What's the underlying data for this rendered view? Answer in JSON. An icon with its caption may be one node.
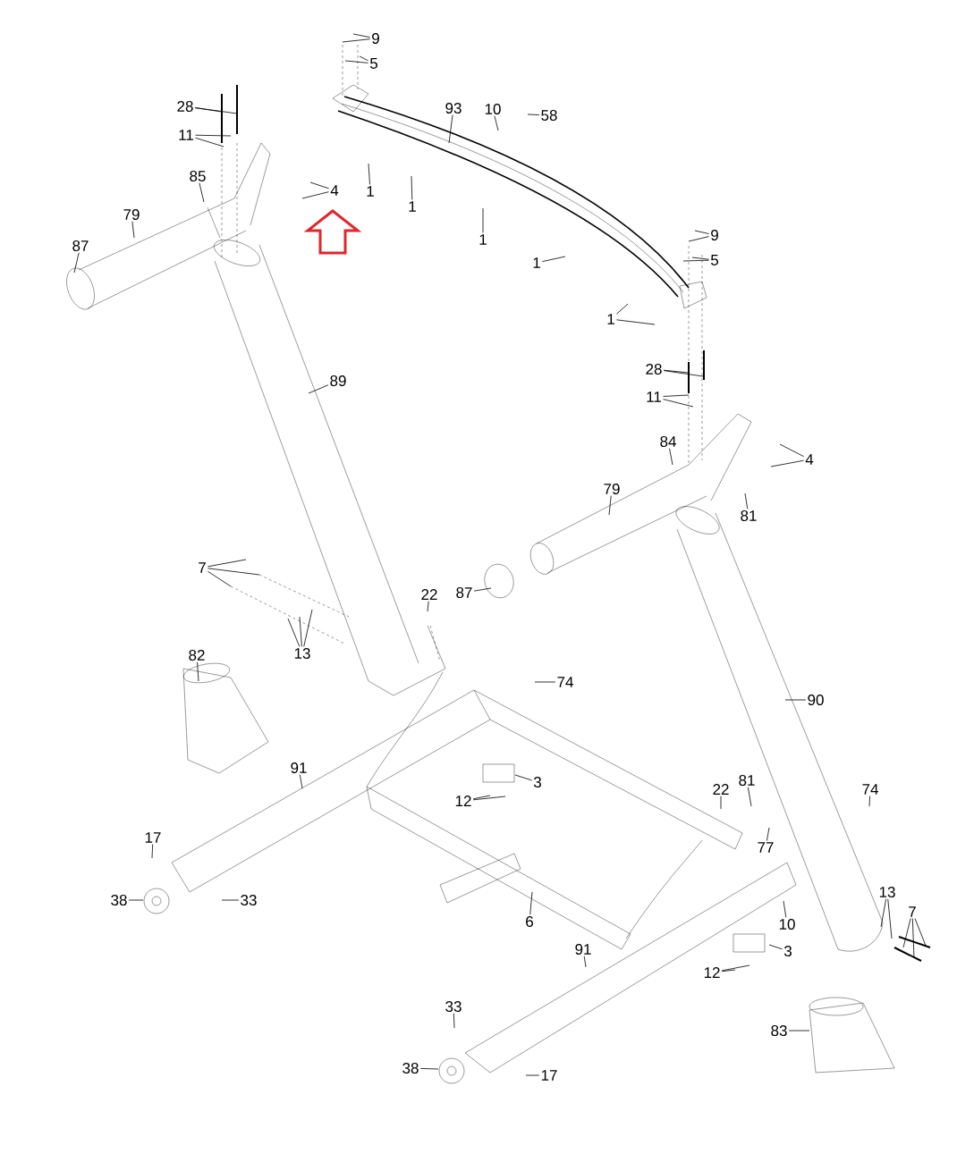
{
  "diagram": {
    "nodes": [
      {
        "text": [
          "9"
        ]
      },
      {
        "text": [
          "5"
        ]
      },
      {
        "text": [
          "93"
        ]
      },
      {
        "text": [
          "10"
        ]
      },
      {
        "text": [
          "58"
        ]
      },
      {
        "text": [
          "28"
        ]
      },
      {
        "text": [
          "11"
        ]
      },
      {
        "text": [
          "85"
        ]
      },
      {
        "text": [
          "79"
        ]
      },
      {
        "text": [
          "87"
        ]
      },
      {
        "text": [
          "4"
        ]
      },
      {
        "text": [
          "1"
        ]
      },
      {
        "text": [
          "1"
        ]
      },
      {
        "text": [
          "1"
        ]
      },
      {
        "text": [
          "1"
        ]
      },
      {
        "text": [
          "1"
        ]
      },
      {
        "text": [
          "9"
        ]
      },
      {
        "text": [
          "5"
        ]
      },
      {
        "text": [
          "89"
        ]
      },
      {
        "text": [
          "28"
        ]
      },
      {
        "text": [
          "11"
        ]
      },
      {
        "text": [
          "84"
        ]
      },
      {
        "text": [
          "4"
        ]
      },
      {
        "text": [
          "79"
        ]
      },
      {
        "text": [
          "81"
        ]
      },
      {
        "text": [
          "7"
        ]
      },
      {
        "text": [
          "87"
        ]
      },
      {
        "text": [
          "22"
        ]
      },
      {
        "text": [
          "13"
        ]
      },
      {
        "text": [
          "82"
        ]
      },
      {
        "text": [
          "74"
        ]
      },
      {
        "text": [
          "90"
        ]
      },
      {
        "text": [
          "91"
        ]
      },
      {
        "text": [
          "3"
        ]
      },
      {
        "text": [
          "12"
        ]
      },
      {
        "text": [
          "22"
        ]
      },
      {
        "text": [
          "81"
        ]
      },
      {
        "text": [
          "74"
        ]
      },
      {
        "text": [
          "17"
        ]
      },
      {
        "text": [
          "77"
        ]
      },
      {
        "text": [
          "38"
        ]
      },
      {
        "text": [
          "33"
        ]
      },
      {
        "text": [
          "6"
        ]
      },
      {
        "text": [
          "13"
        ]
      },
      {
        "text": [
          "7"
        ]
      },
      {
        "text": [
          "10"
        ]
      },
      {
        "text": [
          "3"
        ]
      },
      {
        "text": [
          "12"
        ]
      },
      {
        "text": [
          "91"
        ]
      },
      {
        "text": [
          "83"
        ]
      },
      {
        "text": [
          "33"
        ]
      },
      {
        "text": [
          "38"
        ]
      },
      {
        "text": [
          "17"
        ]
      }
    ],
    "edges": [
      {
        "from": 0,
        "to": null,
        "arrow": "none"
      },
      {
        "from": 0,
        "to": null,
        "arrow": "none"
      },
      {
        "from": 1,
        "to": null,
        "arrow": "none"
      },
      {
        "from": 1,
        "to": null,
        "arrow": "none"
      },
      {
        "from": 2,
        "to": null,
        "arrow": "none"
      },
      {
        "from": 3,
        "to": null,
        "arrow": "none"
      },
      {
        "from": 4,
        "to": null,
        "arrow": "none"
      },
      {
        "from": 5,
        "to": null,
        "arrow": "none"
      },
      {
        "from": 5,
        "to": null,
        "arrow": "none"
      },
      {
        "from": 6,
        "to": null,
        "arrow": "none"
      },
      {
        "from": 6,
        "to": null,
        "arrow": "none"
      },
      {
        "from": 7,
        "to": null,
        "arrow": "none"
      },
      {
        "from": 8,
        "to": null,
        "arrow": "none"
      },
      {
        "from": 9,
        "to": null,
        "arrow": "none"
      },
      {
        "from": 10,
        "to": null,
        "arrow": "none"
      },
      {
        "from": 10,
        "to": null,
        "arrow": "none"
      },
      {
        "from": 11,
        "to": null,
        "arrow": "none"
      },
      {
        "from": 12,
        "to": null,
        "arrow": "none"
      },
      {
        "from": 13,
        "to": null,
        "arrow": "none"
      },
      {
        "from": 14,
        "to": null,
        "arrow": "none"
      },
      {
        "from": 15,
        "to": null,
        "arrow": "none"
      },
      {
        "from": 15,
        "to": null,
        "arrow": "none"
      },
      {
        "from": 16,
        "to": null,
        "arrow": "none"
      },
      {
        "from": 16,
        "to": null,
        "arrow": "none"
      },
      {
        "from": 17,
        "to": null,
        "arrow": "none"
      },
      {
        "from": 17,
        "to": null,
        "arrow": "none"
      },
      {
        "from": 18,
        "to": null,
        "arrow": "none"
      },
      {
        "from": 19,
        "to": null,
        "arrow": "none"
      },
      {
        "from": 19,
        "to": null,
        "arrow": "none"
      },
      {
        "from": 20,
        "to": null,
        "arrow": "none"
      },
      {
        "from": 20,
        "to": null,
        "arrow": "none"
      },
      {
        "from": 21,
        "to": null,
        "arrow": "none"
      },
      {
        "from": 22,
        "to": null,
        "arrow": "none"
      },
      {
        "from": 22,
        "to": null,
        "arrow": "none"
      },
      {
        "from": 23,
        "to": null,
        "arrow": "none"
      },
      {
        "from": 24,
        "to": null,
        "arrow": "none"
      },
      {
        "from": 25,
        "to": null,
        "arrow": "none"
      },
      {
        "from": 25,
        "to": null,
        "arrow": "none"
      },
      {
        "from": 25,
        "to": null,
        "arrow": "none"
      },
      {
        "from": 26,
        "to": null,
        "arrow": "none"
      },
      {
        "from": 27,
        "to": null,
        "arrow": "none"
      },
      {
        "from": 28,
        "to": null,
        "arrow": "none"
      },
      {
        "from": 28,
        "to": null,
        "arrow": "none"
      },
      {
        "from": 28,
        "to": null,
        "arrow": "none"
      },
      {
        "from": 29,
        "to": null,
        "arrow": "none"
      },
      {
        "from": 30,
        "to": null,
        "arrow": "none"
      },
      {
        "from": 31,
        "to": null,
        "arrow": "none"
      },
      {
        "from": 32,
        "to": null,
        "arrow": "none"
      },
      {
        "from": 33,
        "to": null,
        "arrow": "none"
      },
      {
        "from": 34,
        "to": null,
        "arrow": "none"
      },
      {
        "from": 34,
        "to": null,
        "arrow": "none"
      },
      {
        "from": 35,
        "to": null,
        "arrow": "none"
      },
      {
        "from": 36,
        "to": null,
        "arrow": "none"
      },
      {
        "from": 37,
        "to": null,
        "arrow": "none"
      },
      {
        "from": 38,
        "to": null,
        "arrow": "none"
      },
      {
        "from": 39,
        "to": null,
        "arrow": "none"
      },
      {
        "from": 40,
        "to": null,
        "arrow": "none"
      },
      {
        "from": 41,
        "to": null,
        "arrow": "none"
      },
      {
        "from": 42,
        "to": null,
        "arrow": "none"
      },
      {
        "from": 43,
        "to": null,
        "arrow": "none"
      },
      {
        "from": 43,
        "to": null,
        "arrow": "none"
      },
      {
        "from": 44,
        "to": null,
        "arrow": "none"
      },
      {
        "from": 44,
        "to": null,
        "arrow": "none"
      },
      {
        "from": 44,
        "to": null,
        "arrow": "none"
      },
      {
        "from": 45,
        "to": null,
        "arrow": "none"
      },
      {
        "from": 46,
        "to": null,
        "arrow": "none"
      },
      {
        "from": 47,
        "to": null,
        "arrow": "none"
      },
      {
        "from": 47,
        "to": null,
        "arrow": "none"
      },
      {
        "from": 48,
        "to": null,
        "arrow": "none"
      },
      {
        "from": 49,
        "to": null,
        "arrow": "none"
      },
      {
        "from": 50,
        "to": null,
        "arrow": "none"
      },
      {
        "from": 51,
        "to": null,
        "arrow": "none"
      },
      {
        "from": 52,
        "to": null,
        "arrow": "none"
      }
    ]
  }
}
